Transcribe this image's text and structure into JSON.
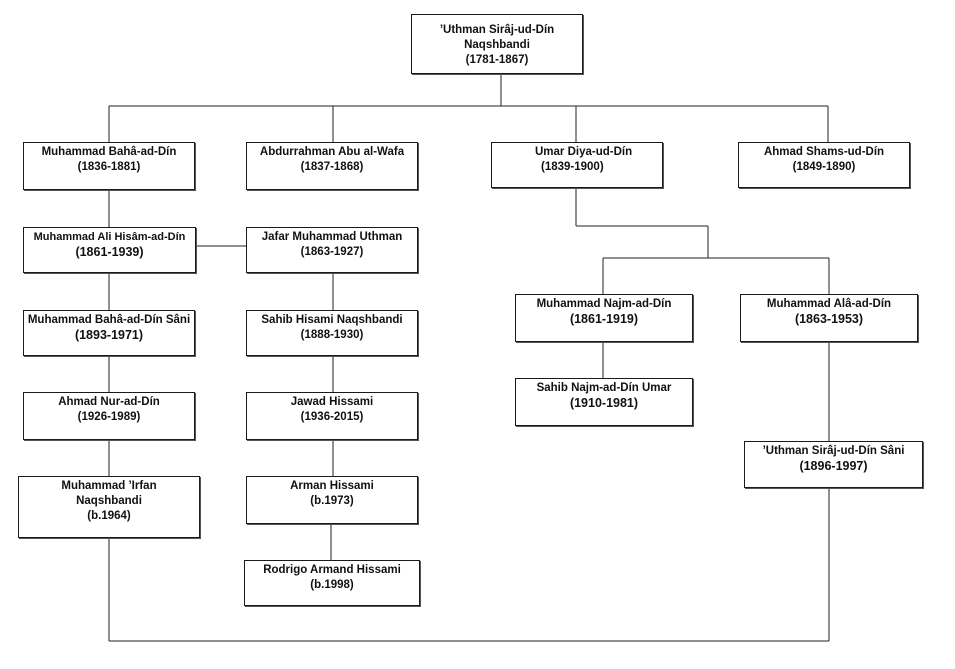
{
  "tree": {
    "root": {
      "name": "’Uthman Sirâj-ud-Dín Naqshbandi",
      "dates": "(1781-1867)"
    },
    "bahaaddin": {
      "name": "Muhammad Bahâ-ad-Dín",
      "dates": "(1836-1881)"
    },
    "abulwafa": {
      "name": "Abdurrahman Abu al-Wafa",
      "dates": "(1837-1868)"
    },
    "diyauddin": {
      "name": "Umar Diya-ud-Dín",
      "dates": "(1839-1900)"
    },
    "shamsuddin": {
      "name": "Ahmad Shams-ud-Dín",
      "dates": "(1849-1890)"
    },
    "hisamaddin": {
      "name": "Muhammad Ali Hisâm-ad-Dín",
      "dates": "(1861-1939)"
    },
    "jafar": {
      "name": "Jafar Muhammad Uthman",
      "dates": "(1863-1927)"
    },
    "bahaaddinsani": {
      "name": "Muhammad Bahâ-ad-Dín Sâni",
      "dates": "(1893-1971)"
    },
    "sahibhisami": {
      "name": "Sahib Hisami Naqshbandi",
      "dates": "(1888-1930)"
    },
    "nuraddin": {
      "name": "Ahmad Nur-ad-Dín",
      "dates": "(1926-1989)"
    },
    "jawad": {
      "name": "Jawad Hissami",
      "dates": "(1936-2015)"
    },
    "irfan": {
      "name": "Muhammad ’Irfan Naqshbandi",
      "dates": "(b.1964)"
    },
    "arman": {
      "name": "Arman Hissami",
      "dates": "(b.1973)"
    },
    "rodrigo": {
      "name": "Rodrigo Armand Hissami",
      "dates": "(b.1998)"
    },
    "najmaddin": {
      "name": "Muhammad Najm-ad-Dín",
      "dates": "(1861-1919)"
    },
    "alaaddin": {
      "name": "Muhammad Alâ-ad-Dín",
      "dates": "(1863-1953)"
    },
    "sahibnajm": {
      "name": "Sahib Najm-ad-Dín Umar",
      "dates": "(1910-1981)"
    },
    "uthmansani": {
      "name": "’Uthman Sirâj-ud-Dín Sâni",
      "dates": "(1896-1997)"
    }
  }
}
